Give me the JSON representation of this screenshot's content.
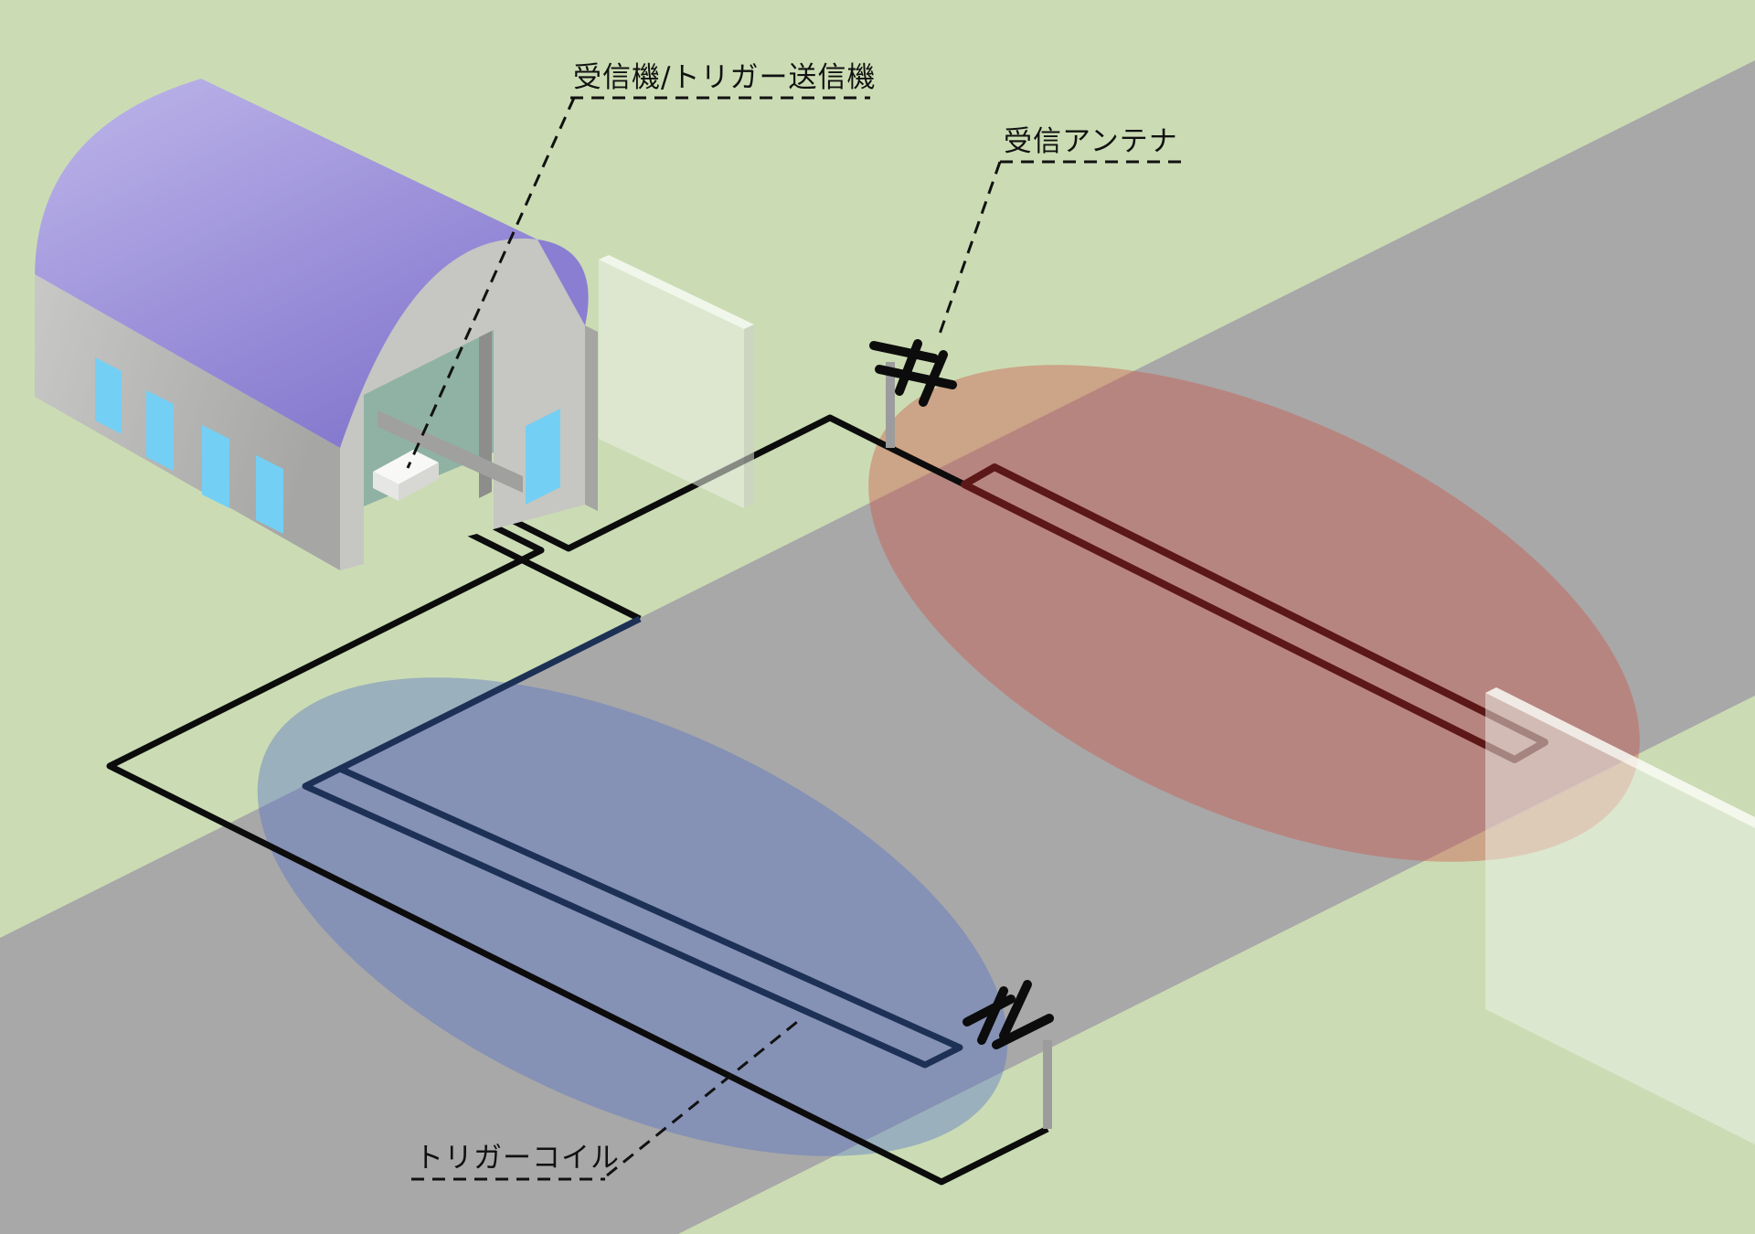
{
  "diagram": {
    "labels": {
      "receiver_transmitter": "受信機/トリガー送信機",
      "receive_antenna": "受信アンテナ",
      "trigger_coil": "トリガーコイル"
    },
    "icons": {
      "antenna_icon": "yagi-antenna-on-pole",
      "building_icon": "barrel-roof-garage",
      "receiver_box_icon": "white-equipment-box"
    },
    "colors": {
      "background": "#cbdcb4",
      "road": "#a8a8a8",
      "roof_light": "#b8b0e6",
      "roof_dark": "#8074cc",
      "wall_light": "#c8c8c6",
      "wall_dark": "#a6a6a4",
      "front_wall": "#c6c6c2",
      "window": "#74cff4",
      "door_interior": "#8fb2a4",
      "receiver_box": "#f5f5f2",
      "wire": "#0c0c0c",
      "trigger_loop": "#1d3156",
      "antenna_loop": "#5c1717",
      "trigger_field": "rgba(85,115,200,0.42)",
      "antenna_field": "rgba(205,85,75,0.42)",
      "pole": "#9c9c9c",
      "label_text": "#111111"
    }
  }
}
